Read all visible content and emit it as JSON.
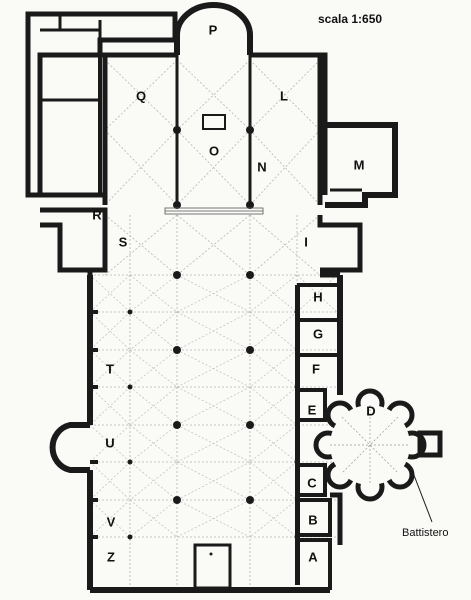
{
  "scale_text": "scala 1:650",
  "annotation": "Battistero",
  "rooms": {
    "P": "P",
    "Q": "Q",
    "L": "L",
    "O": "O",
    "N": "N",
    "M": "M",
    "R": "R",
    "S": "S",
    "I": "I",
    "H": "H",
    "G": "G",
    "F": "F",
    "T": "T",
    "E": "E",
    "D": "D",
    "U": "U",
    "C": "C",
    "V": "V",
    "B": "B",
    "Z": "Z",
    "A": "A"
  },
  "colors": {
    "wall": "#1a1a1a",
    "hatch": "#9a9a9a",
    "paper": "#fafaf7"
  }
}
